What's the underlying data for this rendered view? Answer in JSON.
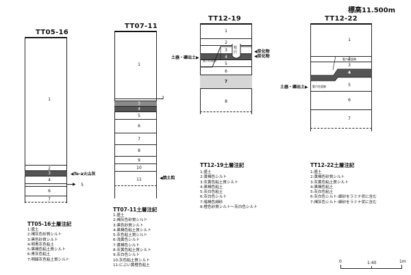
{
  "elevation": "標高11.500m",
  "columns": {
    "tt05": {
      "title": "TT05-16",
      "layers": [
        "1",
        "2",
        "3",
        "4",
        "5",
        "6",
        "7"
      ],
      "labels": {
        "tephra": "Te-a火山灰"
      }
    },
    "tt07": {
      "title": "TT07-11",
      "layers": [
        "1",
        "2",
        "3",
        "4",
        "5",
        "6",
        "7",
        "8",
        "9",
        "10",
        "11"
      ],
      "labels": {
        "kuchi": "焼土粒"
      }
    },
    "tt12_19": {
      "title": "TT12-19",
      "layers": [
        "1",
        "2",
        "3",
        "4",
        "5",
        "6",
        "7",
        "8"
      ],
      "labels": {
        "dokiA": "土器・礫出土",
        "tanka1": "炭化物",
        "tanka2": "炭化物",
        "pit": "竪穴住居跡",
        "hole_top": "柱",
        "hole_bot": "穴"
      }
    },
    "tt12_22": {
      "title": "TT12-22",
      "layers": [
        "1",
        "2",
        "3",
        "4",
        "5",
        "6",
        "7"
      ],
      "labels": {
        "doki": "土器・礫出土",
        "pit": "竪穴住居跡",
        "pit2": "竪穴住居跡"
      }
    }
  },
  "notes": {
    "tt05": {
      "title": "TT05-16土層注記",
      "items": [
        "1:盛土",
        "2:褐灰色砂質シルト",
        "3:黒色砂質シルト",
        "4:明青灰色粘土",
        "5:黒褐色粘土質シルト",
        "6:青灰色粘土",
        "7:明緑灰色粘土質シルト"
      ]
    },
    "tt07": {
      "title": "TT07-11土層注記",
      "items": [
        "1:盛土",
        "2:褐灰色砂質シルト",
        "3:黒色砂質シルト",
        "4:黒褐色粘土質シルト",
        "5:灰色粘土質シルト",
        "6:浅黄色シルト",
        "7:黄褐色シルト",
        "8:灰黄色粘土質シルト",
        "9:灰白色シルト",
        "10:灰色粘土質シルト",
        "11:にぶい黄橙色粘土"
      ]
    },
    "tt12_19": {
      "title": "TT12-19土層注記",
      "items": [
        "1:盛土",
        "2:黄褐色シルト",
        "3:灰黄色粘土質シルト",
        "4:黒褐色粘土",
        "5:灰白色粘土",
        "6:灰白色シルト",
        "7:暗褐色細砂",
        "8:橙色砂質シルト～灰白色シルト"
      ]
    },
    "tt12_22": {
      "title": "TT12-22土層注記",
      "items": [
        "1:盛土",
        "2:黄褐色砂質シルト",
        "3:灰黄色粘土質シルト",
        "4:黒褐色粘土",
        "5:灰白色粘土",
        "6:灰白色シルト:細砂をラミナ状に含む",
        "7:褐灰色シルト:細砂をラミナ状に含む"
      ]
    }
  },
  "scale": {
    "zero": "0",
    "ratio": "1:40",
    "one": "1m"
  }
}
